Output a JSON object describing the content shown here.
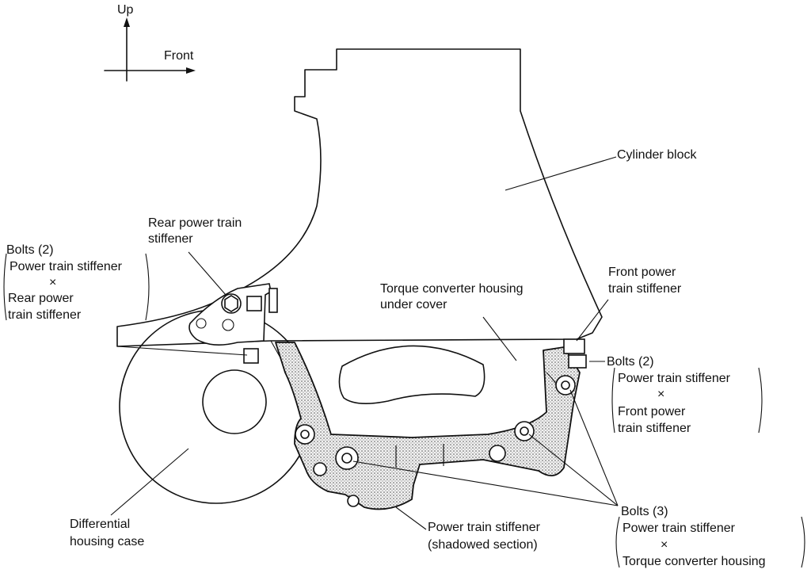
{
  "axes": {
    "up": "Up",
    "front": "Front"
  },
  "labels": {
    "cylinder_block": "Cylinder block",
    "rear_stiffener": [
      "Rear power train",
      "stiffener"
    ],
    "rear_bolts": [
      "Bolts (2)",
      "Power train stiffener",
      "×",
      "Rear power",
      "train stiffener"
    ],
    "torque_cover": [
      "Torque converter housing",
      "under cover"
    ],
    "front_stiffener": [
      "Front power",
      "train stiffener"
    ],
    "front_bolts": [
      "Bolts (2)",
      "Power train stiffener",
      "×",
      "Front power",
      "train stiffener"
    ],
    "differential": [
      "Differential",
      "housing case"
    ],
    "stiffener_shadow": [
      "Power train stiffener",
      "(shadowed section)"
    ],
    "bottom_bolts": [
      "Bolts (3)",
      "Power train stiffener",
      "×",
      "Torque converter housing"
    ]
  }
}
